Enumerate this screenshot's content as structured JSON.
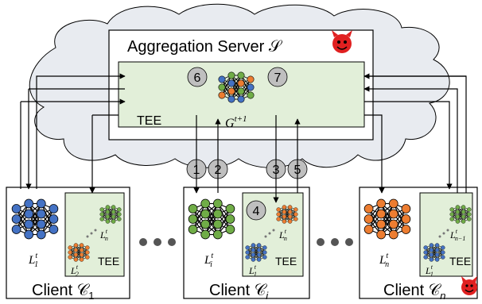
{
  "server": {
    "title": "Aggregation Server 𝒮",
    "tee_label": "TEE",
    "global_model_label": "G",
    "global_model_sup": "t+1",
    "steps": [
      "6",
      "7"
    ]
  },
  "flow_steps": [
    "1",
    "2",
    "3",
    "5"
  ],
  "client_step": "4",
  "clients": [
    {
      "label": "Client 𝒞",
      "sub": "1",
      "local_model": {
        "base": "L",
        "sup": "t",
        "sub": "1"
      },
      "tee_label": "TEE",
      "tee_models": [
        {
          "base": "L",
          "sup": "t",
          "sub": "n"
        },
        {
          "base": "L",
          "sup": "t",
          "sub": "2"
        }
      ]
    },
    {
      "label": "Client 𝒞",
      "sub": "i",
      "local_model": {
        "base": "L",
        "sup": "t",
        "sub": "i"
      },
      "tee_label": "TEE",
      "tee_models": [
        {
          "base": "L",
          "sup": "t",
          "sub": "n"
        },
        {
          "base": "L",
          "sup": "t",
          "sub": "1"
        }
      ]
    },
    {
      "label": "Client 𝒞",
      "sub": "n",
      "local_model": {
        "base": "L",
        "sup": "t",
        "sub": "n"
      },
      "tee_label": "TEE",
      "tee_models": [
        {
          "base": "L",
          "sup": "t",
          "sub": "n−1"
        },
        {
          "base": "L",
          "sup": "t",
          "sub": "1"
        }
      ]
    }
  ],
  "colors": {
    "tee_fill": "#e2efd9",
    "server_bg": "#ffffff",
    "cloud_fill": "#e8ebf0",
    "step_fill": "#bfbfbf",
    "devil": "#e02020",
    "blue_nodes": "#4472c4",
    "green_nodes": "#70ad47",
    "orange_nodes": "#ed7d31"
  }
}
